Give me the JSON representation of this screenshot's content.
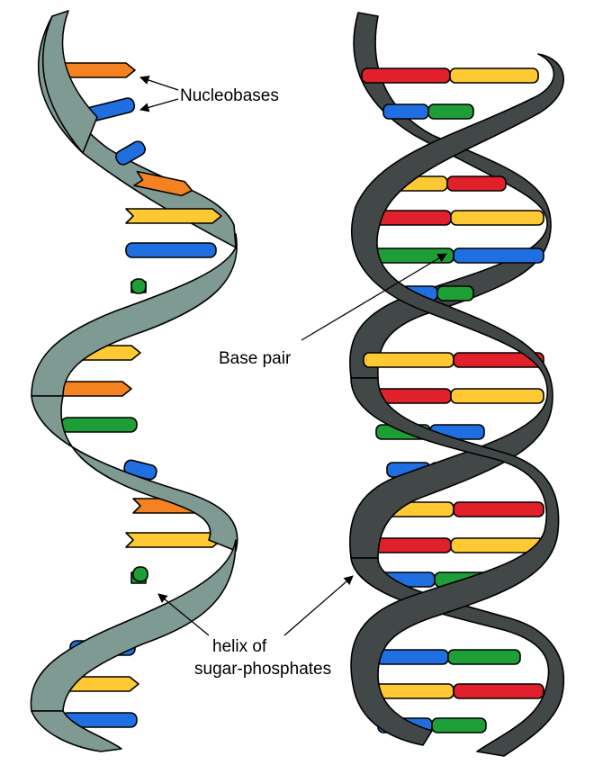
{
  "labels": {
    "nucleobases": "Nucleobases",
    "base_pair": "Base pair",
    "helix_line1": "helix of",
    "helix_line2": "sugar-phosphates"
  },
  "colors": {
    "left_ribbon": "#7e9a92",
    "right_ribbon": "#414847",
    "base_orange": "#f58220",
    "base_blue": "#1f6fe0",
    "base_yellow": "#ffc933",
    "base_green": "#1e9e36",
    "base_red": "#e0202a"
  },
  "left_strand_bases": [
    "orange",
    "blue",
    "blue",
    "orange",
    "yellow",
    "blue",
    "green",
    "yellow",
    "orange",
    "green",
    "blue",
    "orange",
    "yellow",
    "green",
    "blue",
    "yellow",
    "blue"
  ],
  "right_pairs": [
    [
      "red",
      "yellow"
    ],
    [
      "blue",
      "green"
    ],
    [
      "yellow",
      "red"
    ],
    [
      "red",
      "yellow"
    ],
    [
      "green",
      "blue"
    ],
    [
      "blue",
      "green"
    ],
    [
      "yellow",
      "red"
    ],
    [
      "red",
      "yellow"
    ],
    [
      "green",
      "blue"
    ],
    [
      "blue",
      "green"
    ],
    [
      "yellow",
      "red"
    ],
    [
      "red",
      "yellow"
    ],
    [
      "blue",
      "green"
    ],
    [
      "blue",
      "green"
    ],
    [
      "yellow",
      "red"
    ],
    [
      "blue",
      "green"
    ]
  ]
}
